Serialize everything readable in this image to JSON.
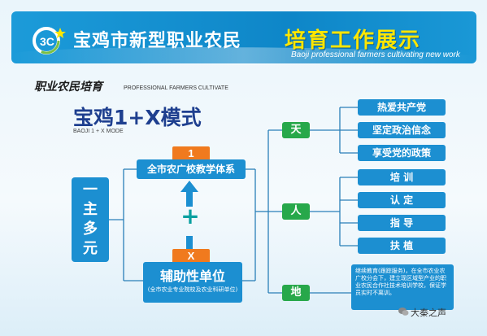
{
  "header": {
    "title_cn": "宝鸡市新型职业农民",
    "title_right": "培育工作展示",
    "title_en": "Baoji professional farmers cultivating new work"
  },
  "subtitle": {
    "cn": "职业农民培育",
    "en": "PROFESSIONAL FARMERS CULTIVATE"
  },
  "mode": {
    "title": "宝鸡1+X模式",
    "en": "BAOJI 1 + X MODE"
  },
  "main_box": "一主多元",
  "tag_one": "1",
  "tag_x": "X",
  "node_top": "全市农广校教学体系",
  "plus": "+",
  "node_bottom": {
    "title": "辅助性单位",
    "small": "(全市农业专业院校及农业科研单位)"
  },
  "branches": [
    {
      "label": "天",
      "items": [
        "热爱共产党",
        "坚定政治信念",
        "享受党的政策"
      ]
    },
    {
      "label": "人",
      "items": [
        "培 训",
        "认 定",
        "指 导",
        "扶 植"
      ]
    },
    {
      "label": "地",
      "note": "继续教育(跟踪服务)，在全市农业农广校分会下，建立现区域型产业的职业农民合作社技术培训学校，保证学员实时不离训。"
    }
  ],
  "watermark": "大秦之声",
  "colors": {
    "header_blue": "#1c9bd9",
    "node_blue": "#1c8fd1",
    "green": "#27a84a",
    "orange": "#f07a1e",
    "title_yellow": "#ffe600",
    "mode_navy": "#1e3f8f"
  }
}
